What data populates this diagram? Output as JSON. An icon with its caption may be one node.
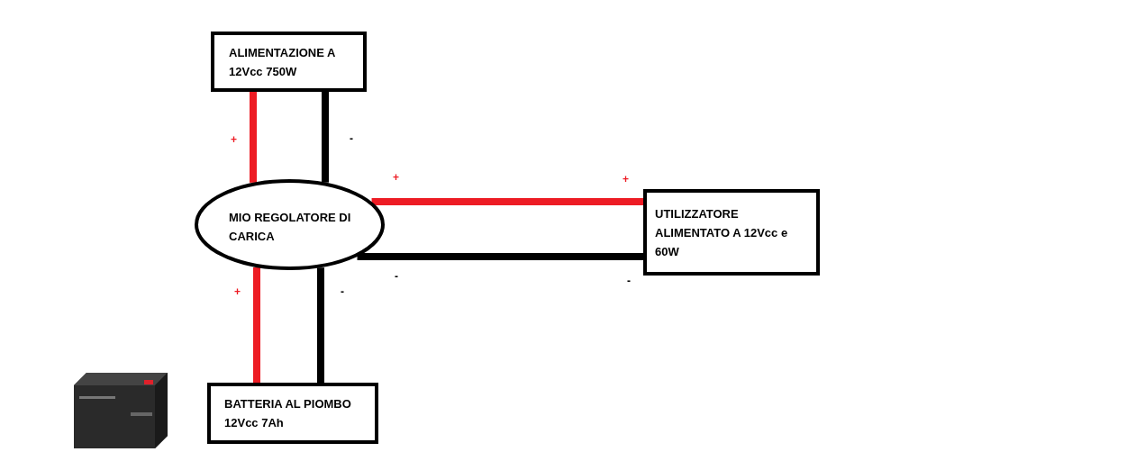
{
  "diagram": {
    "nodes": [
      {
        "text": [
          "ALIMENTAZIONE A 12Vcc 750W"
        ]
      },
      {
        "text": [
          "MIO REGOLATORE DI CARICA"
        ]
      },
      {
        "text": [
          "UTILIZZATORE ALIMENTATO A 12Vcc e 60W"
        ]
      },
      {
        "text": [
          "BATTERIA AL PIOMBO 12Vcc 7Ah"
        ]
      }
    ],
    "edges": [
      {
        "from": 0,
        "to": 1,
        "arrow": "none",
        "color": "#ed1c24"
      },
      {
        "from": 0,
        "to": 1,
        "arrow": "none",
        "color": "#000000"
      },
      {
        "from": 1,
        "to": 2,
        "arrow": "none",
        "color": "#ed1c24"
      },
      {
        "from": 1,
        "to": 2,
        "arrow": "none",
        "color": "#000000"
      },
      {
        "from": 1,
        "to": 3,
        "arrow": "none",
        "color": "#ed1c24"
      },
      {
        "from": 1,
        "to": 3,
        "arrow": "none",
        "color": "#000000"
      }
    ],
    "labels": [
      "+",
      "-",
      "+",
      "+",
      "-",
      "-",
      "+",
      "-"
    ]
  }
}
